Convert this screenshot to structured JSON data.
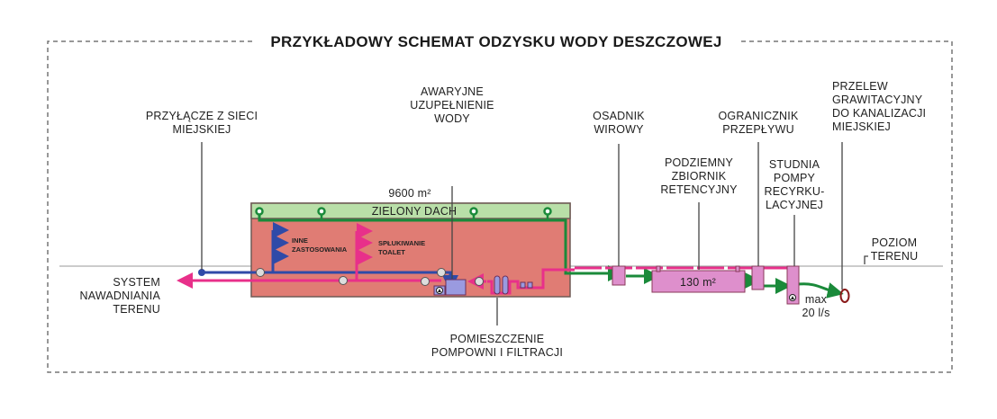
{
  "title": "PRZYKŁADOWY SCHEMAT ODZYSKU WODY DESZCZOWEJ",
  "labels": {
    "city_connection": [
      "PRZYŁĄCZE Z SIECI",
      "MIEJSKIEJ"
    ],
    "emergency_refill": [
      "AWARYJNE",
      "UZUPEŁNIENIE",
      "WODY"
    ],
    "roof_area": "9600 m²",
    "green_roof": "ZIELONY DACH",
    "other_uses": [
      "INNE",
      "ZASTOSOWANIA"
    ],
    "toilet_flush": [
      "SPŁUKIWANIE",
      "TOALET"
    ],
    "irrigation": [
      "SYSTEM",
      "NAWADNIANIA",
      "TERENU"
    ],
    "pump_room": [
      "POMIESZCZENIE",
      "POMPOWNI I FILTRACJI"
    ],
    "vortex_settler": [
      "OSADNIK",
      "WIROWY"
    ],
    "retention_tank": [
      "PODZIEMNY",
      "ZBIORNIK",
      "RETENCYJNY"
    ],
    "tank_area": "130 m²",
    "flow_limiter": [
      "OGRANICZNIK",
      "PRZEPŁYWU"
    ],
    "recirc_pump_well": [
      "STUDNIA",
      "POMPY",
      "RECYRKU-",
      "LACYJNEJ"
    ],
    "gravity_overflow": [
      "PRZELEW",
      "GRAWITACYJNY",
      "DO KANALIZACJI",
      "MIEJSKIEJ"
    ],
    "ground_level": [
      "POZIOM",
      "TERENU"
    ],
    "max_flow": [
      "max",
      "20 l/s"
    ]
  },
  "colors": {
    "building": "#e07c74",
    "roof": "#b9dfa8",
    "green_pipe": "#1a8a3a",
    "blue_pipe": "#2f4aa8",
    "pink_pipe": "#e8308a",
    "tank": "#de8fcc",
    "equipment": "#9a9ae0"
  }
}
